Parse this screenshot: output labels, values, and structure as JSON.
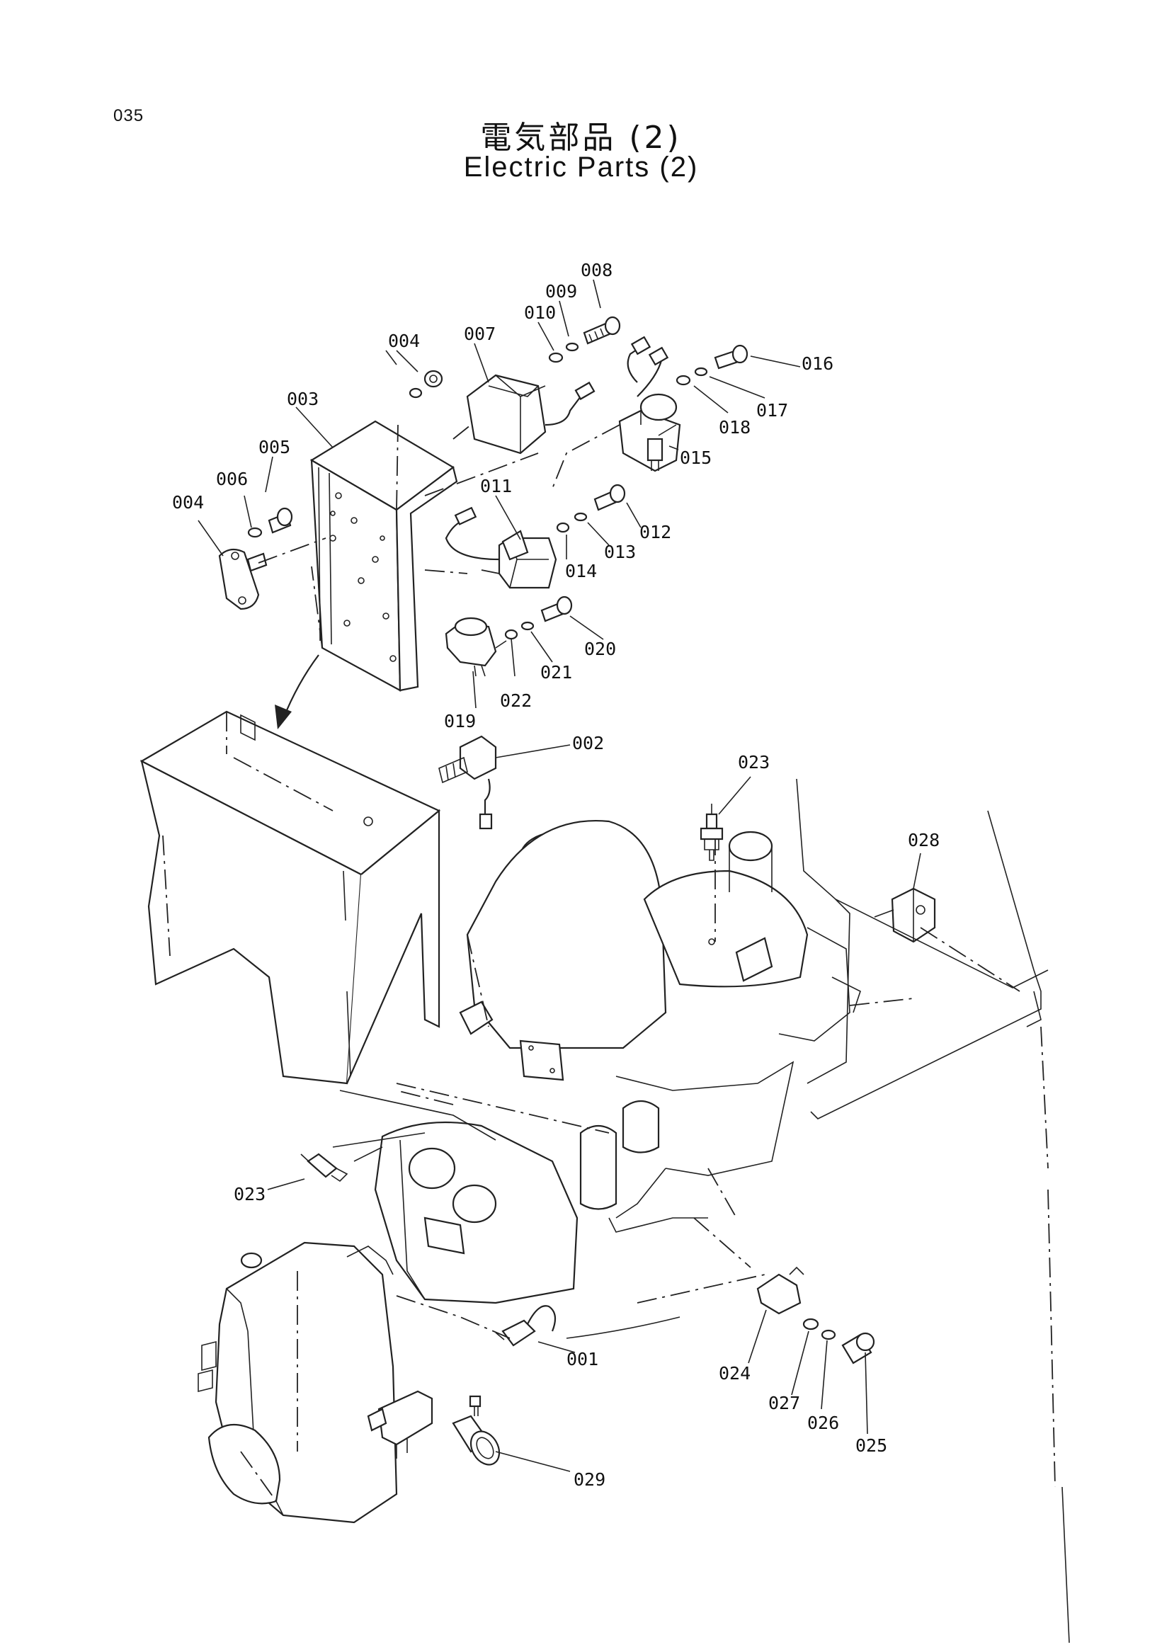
{
  "page": {
    "number": "035"
  },
  "title": {
    "jp": "電気部品 (2)",
    "en": "Electric  Parts  (2)"
  },
  "callouts": {
    "c001": "001",
    "c002": "002",
    "c003": "003",
    "c004a": "004",
    "c004b": "004",
    "c005": "005",
    "c006": "006",
    "c007": "007",
    "c008": "008",
    "c009": "009",
    "c010": "010",
    "c011": "011",
    "c012": "012",
    "c013": "013",
    "c014": "014",
    "c015": "015",
    "c016": "016",
    "c017": "017",
    "c018": "018",
    "c019": "019",
    "c020": "020",
    "c021": "021",
    "c022": "022",
    "c023a": "023",
    "c023b": "023",
    "c024": "024",
    "c025": "025",
    "c026": "026",
    "c027": "027",
    "c028": "028",
    "c029": "029"
  }
}
